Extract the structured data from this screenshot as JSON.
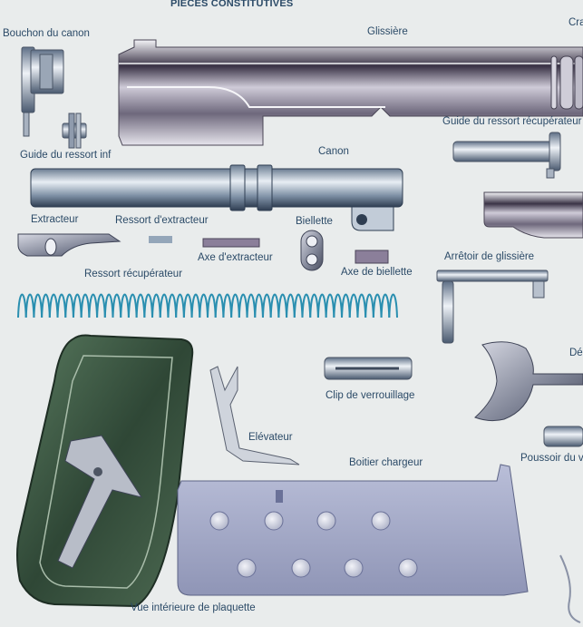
{
  "title": "PIECES CONSTITUTIVES",
  "labels": {
    "bouchon": "Bouchon du canon",
    "glissiere": "Glissière",
    "cra": "Cra",
    "guide_inf": "Guide du ressort inf",
    "guide_recup": "Guide du ressort récupérateur",
    "canon": "Canon",
    "extracteur": "Extracteur",
    "ressort_extracteur": "Ressort d'extracteur",
    "biellette": "Biellette",
    "axe_extracteur": "Axe d'extracteur",
    "axe_biellette": "Axe de biellette",
    "ressort_recup": "Ressort récupérateur",
    "arretoir": "Arrêtoir de glissière",
    "clip": "Clip de verrouillage",
    "detente": "Dé",
    "elevateur": "Elévateur",
    "boitier": "Boitier chargeur",
    "poussoir": "Poussoir du ve",
    "plaquette": "Vue intérieure de plaquette"
  },
  "colors": {
    "label": "#2b4a67",
    "steel_dark": "#3a3d4e",
    "steel_light": "#e4e6ee",
    "magazine": "#9fa5c4",
    "grip": "#3f5a45",
    "spring": "#2a8fb0"
  }
}
